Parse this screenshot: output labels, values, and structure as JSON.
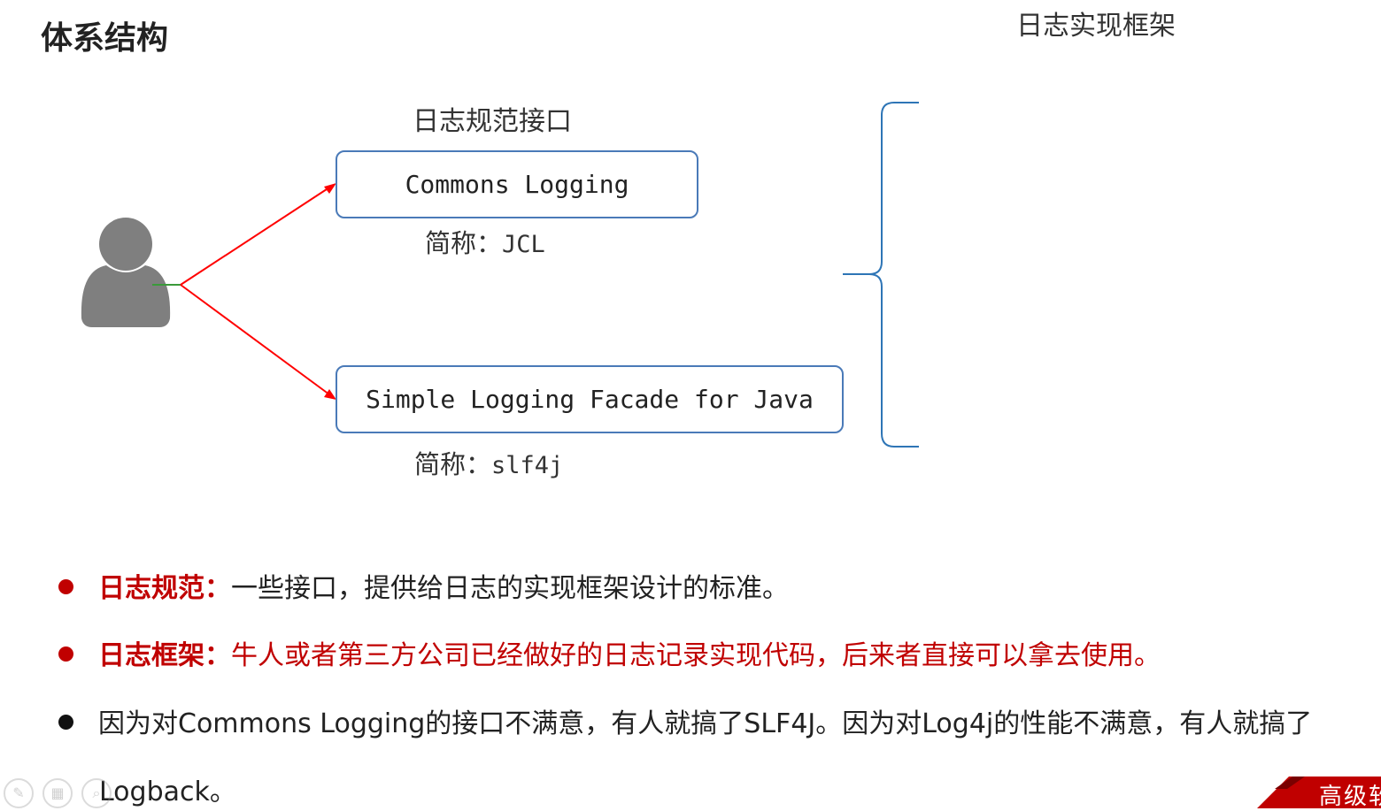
{
  "slide": {
    "title": "体系结构",
    "impl_heading": "日志实现框架",
    "interface_heading": "日志规范接口"
  },
  "diagram": {
    "jcl_box": "Commons Logging",
    "jcl_abbr_prefix": "简称：",
    "jcl_abbr_value": "JCL",
    "slf_box": "Simple Logging Facade for Java",
    "slf_abbr_prefix": "简称：",
    "slf_abbr_value": "slf4j"
  },
  "bullets": [
    {
      "label": "日志规范：",
      "text": "一些接口，提供给日志的实现框架设计的标准。"
    },
    {
      "label": "日志框架：",
      "text": "牛人或者第三方公司已经做好的日志记录实现代码，后来者直接可以拿去使用。"
    },
    {
      "text": "因为对Commons Logging的接口不满意，有人就搞了SLF4J。因为对Log4j的性能不满意，有人就搞了",
      "continuation": "Logback。"
    }
  ],
  "footer": {
    "corner_label": "高级软"
  },
  "colors": {
    "accent_red": "#c00000",
    "box_border": "#4a7ab8",
    "arrow": "#ff0000",
    "brace": "#2e75b6"
  }
}
